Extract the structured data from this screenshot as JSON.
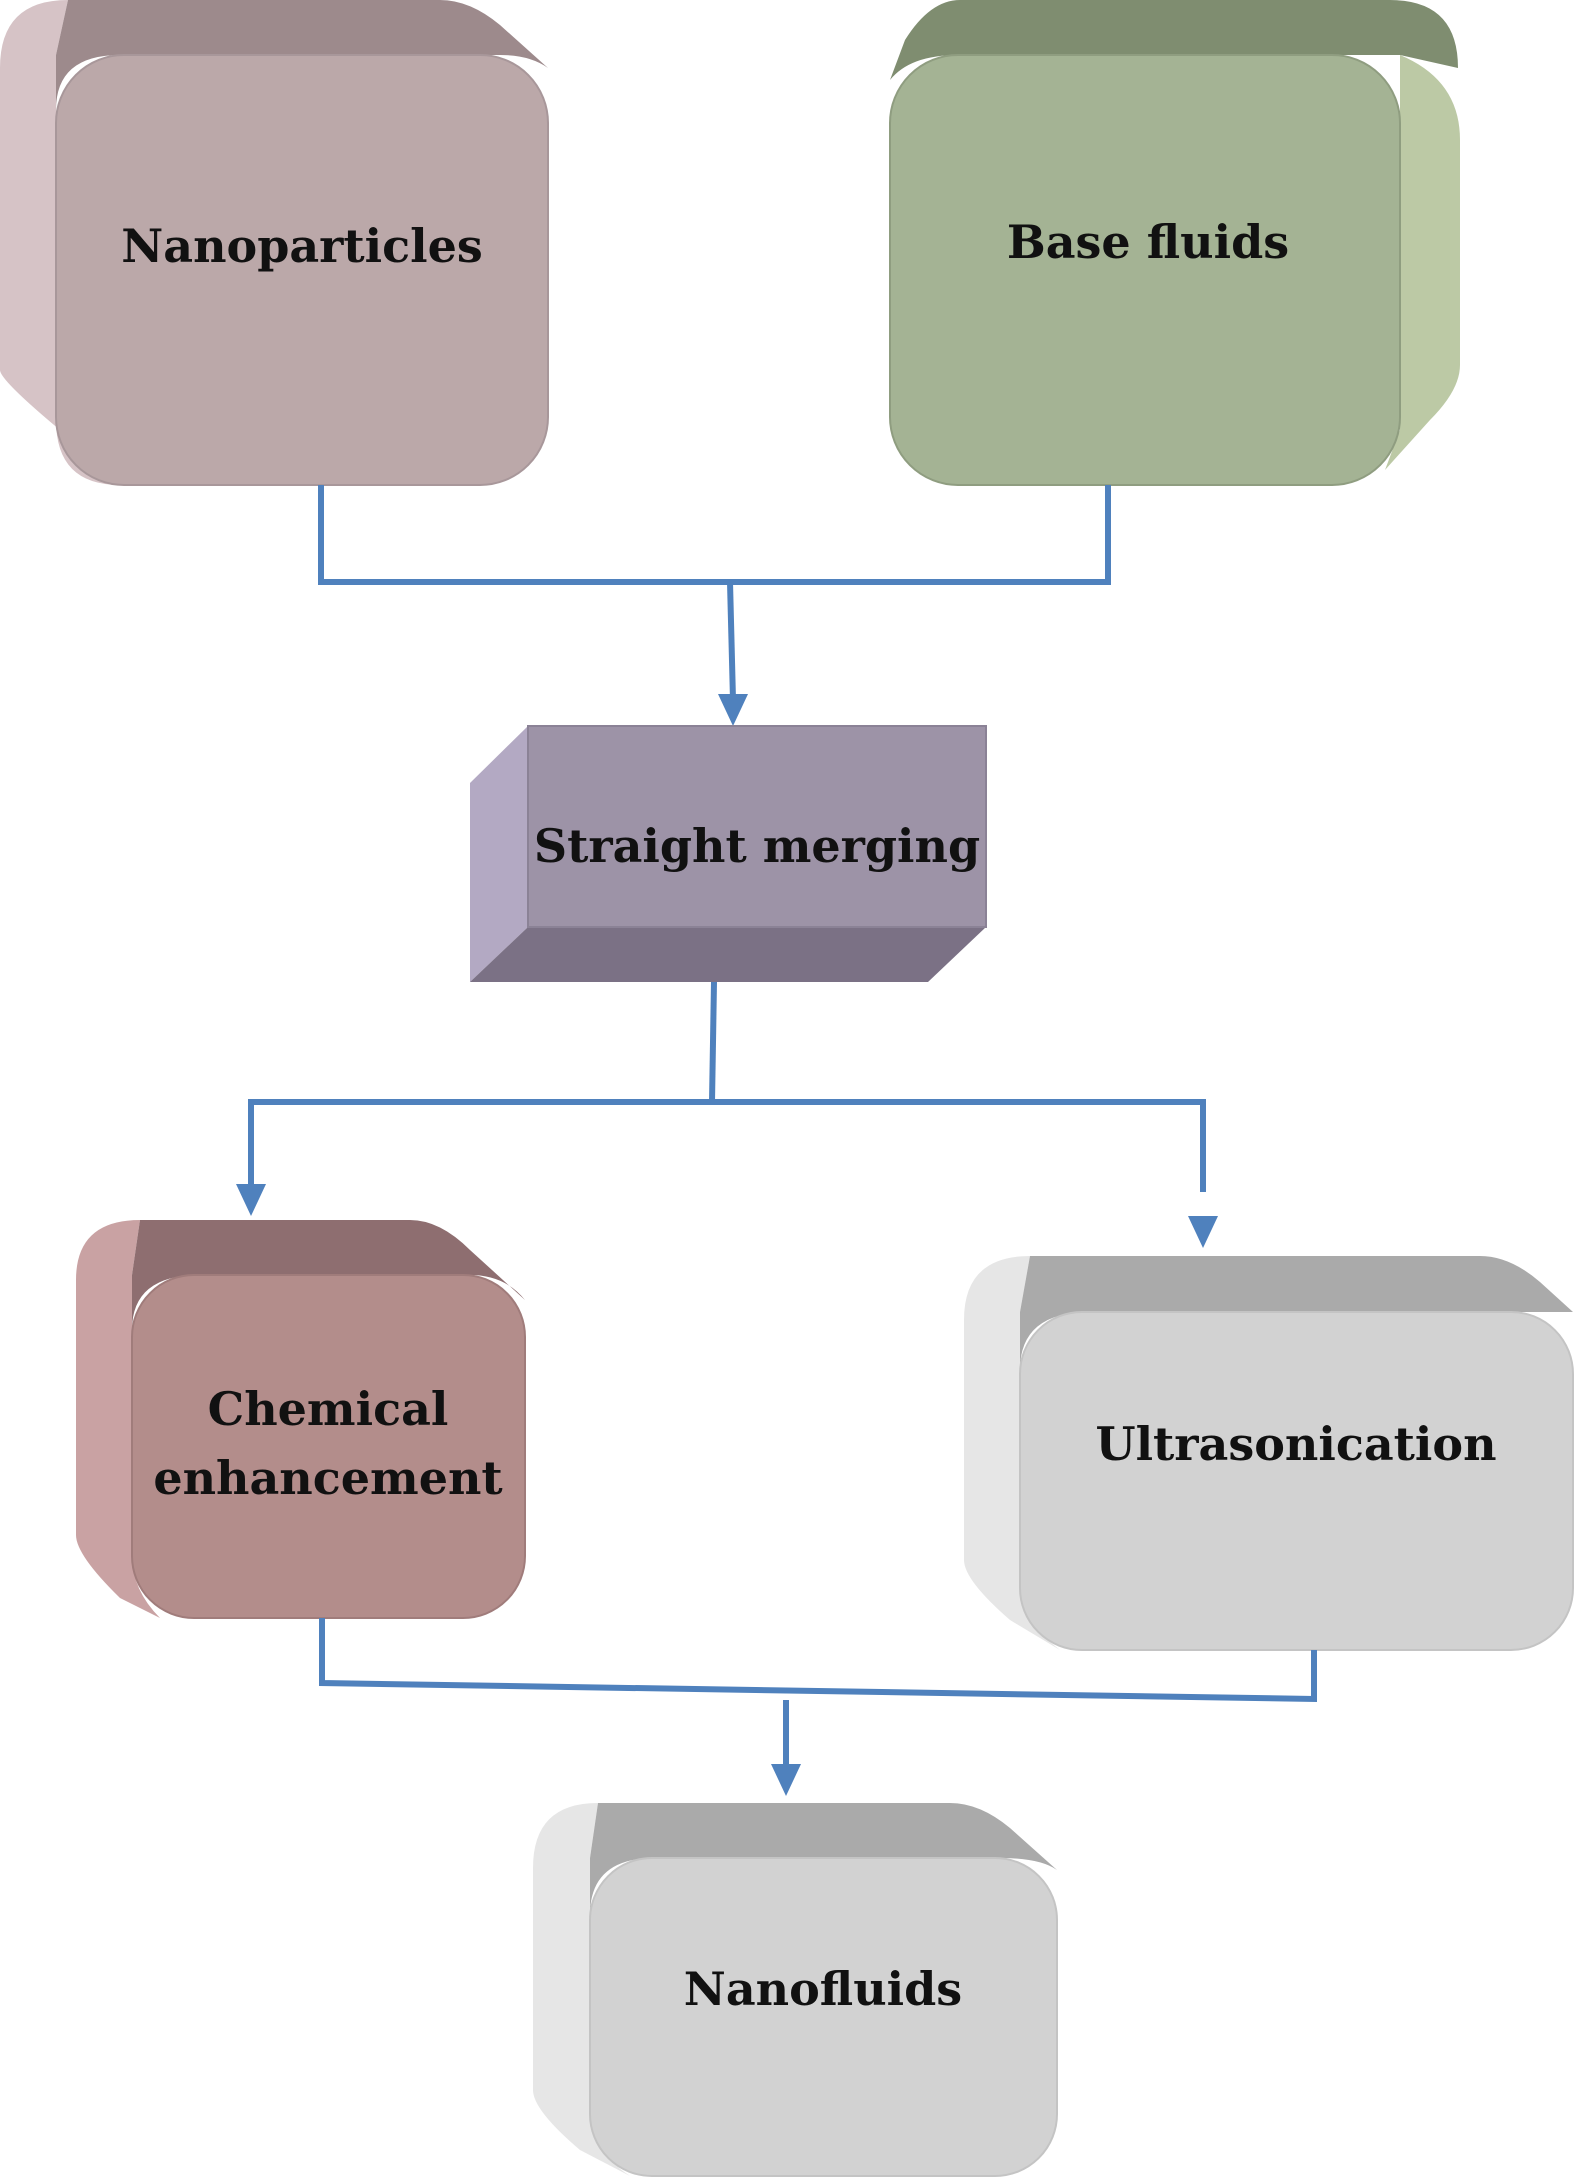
{
  "diagram": {
    "nodes": {
      "nanoparticles": {
        "label": "Nanoparticles"
      },
      "base_fluids": {
        "label": "Base fluids"
      },
      "straight_merging": {
        "label": "Straight merging"
      },
      "chemical_enhancement": {
        "label_line1": "Chemical",
        "label_line2": "enhancement"
      },
      "ultrasonication": {
        "label": "Ultrasonication"
      },
      "nanofluids": {
        "label": "Nanofluids"
      }
    },
    "colors": {
      "connector": "#4F81BD",
      "nanoparticles": "#BBA8A9",
      "base_fluids": "#A4B394",
      "straight_merging": "#9D93A7",
      "chemical_enhancement": "#B38D8B",
      "grey_box": "#D2D2D2"
    }
  }
}
